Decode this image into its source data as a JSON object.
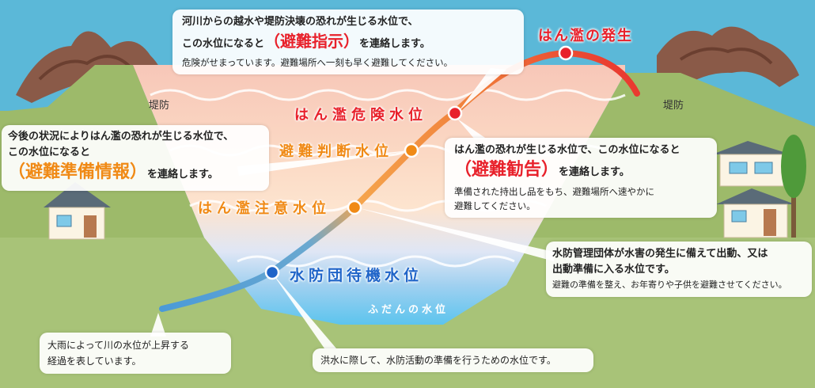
{
  "banks": {
    "left": "堤防",
    "right": "堤防"
  },
  "levels": {
    "flood_occurrence": "はん濫の発生",
    "flood_danger": "はん濫危険水位",
    "evacuation_judgment": "避難判断水位",
    "flood_caution": "はん濫注意水位",
    "flood_fighting_standby": "水防団待機水位",
    "normal": "ふだんの水位"
  },
  "callouts": {
    "directive": {
      "line1": "河川からの越水や堤防決壊の恐れが生じる水位で、",
      "line2_pre": "この水位になると",
      "emphasis": "（避難指示）",
      "line2_post": "を連絡します。",
      "note": "危険がせまっています。避難場所へ一刻も早く避難してください。"
    },
    "preparation": {
      "line1": "今後の状況によりはん濫の恐れが生じる水位で、",
      "line2": "この水位になると",
      "emphasis": "（避難準備情報）",
      "post": "を連絡します。"
    },
    "advisory": {
      "line1": "はん濫の恐れが生じる水位で、この水位になると",
      "emphasis": "（避難勧告）",
      "post": "を連絡します。",
      "note1": "準備された持出し品をもち、避難場所へ速やかに",
      "note2": "避難してください。"
    },
    "dispatch": {
      "line1": "水防管理団体が水害の発生に備えて出動、又は",
      "line2": "出動準備に入る水位です。",
      "note": "避難の準備を整え、お年寄りや子供を避難させてください。"
    },
    "rise": {
      "line1": "大雨によって川の水位が上昇する",
      "line2": "経過を表しています。"
    },
    "standby": {
      "text": "洪水に際して、水防活動の準備を行うための水位です。"
    }
  },
  "colors": {
    "sky": "#5bb8d8",
    "ground": "#9dba6a",
    "directive_red": "#e8212b",
    "preparation_orange": "#f08a16",
    "advisory_red": "#e8212b",
    "standby_blue": "#1f64c8",
    "normal_blue": "#3a8fd6"
  }
}
